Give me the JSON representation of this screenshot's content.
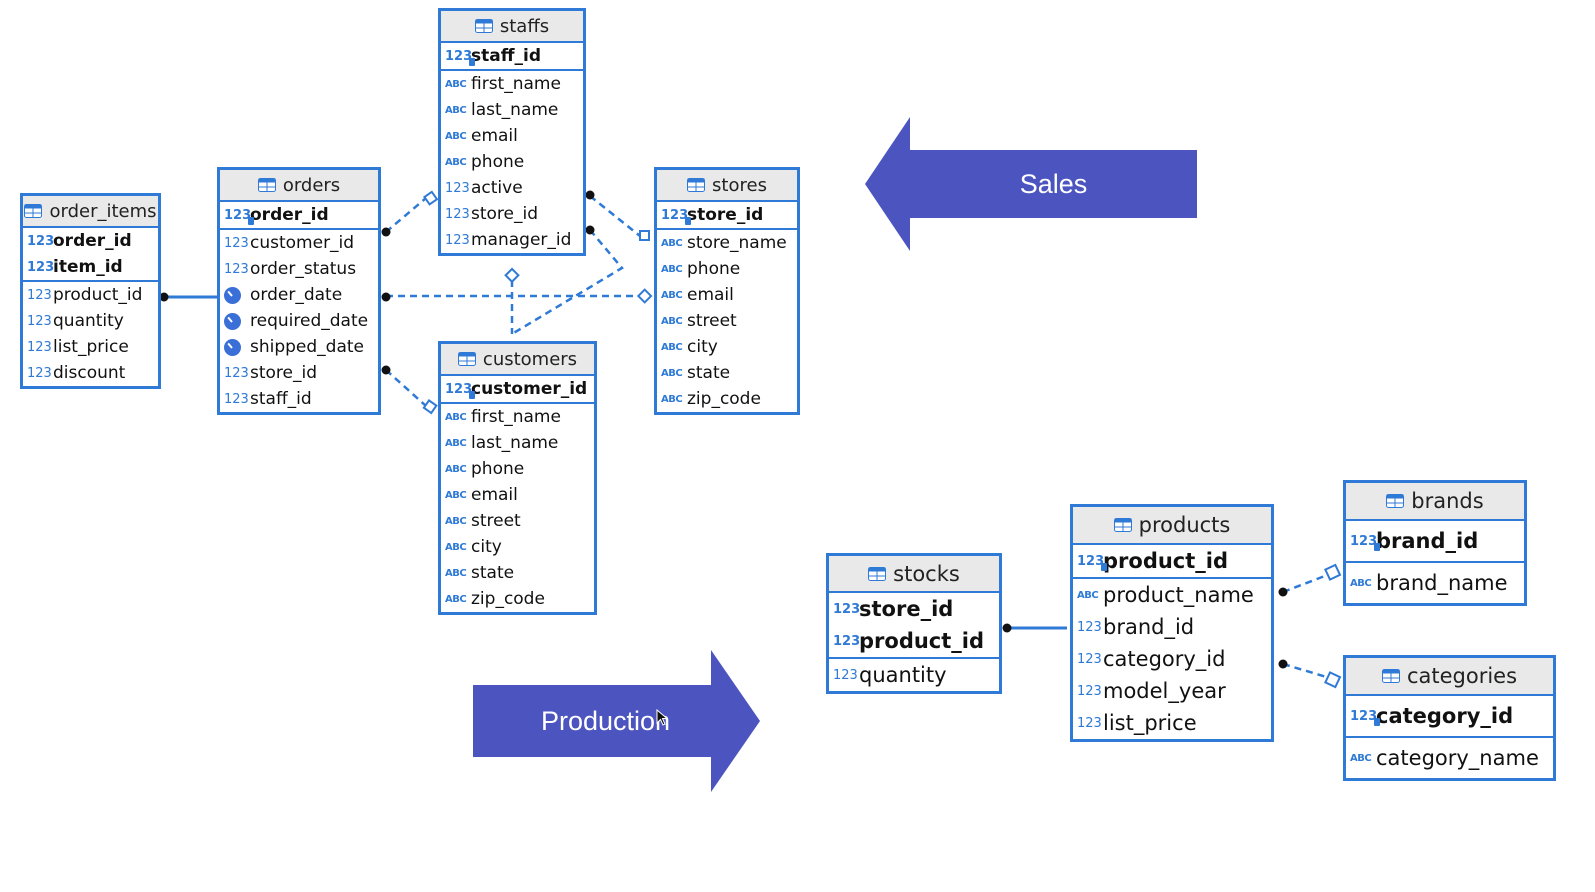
{
  "tables": {
    "staffs": {
      "name": "staffs",
      "pk": [
        {
          "name": "staff_id",
          "type": "num-key"
        }
      ],
      "columns": [
        {
          "name": "first_name",
          "type": "abc"
        },
        {
          "name": "last_name",
          "type": "abc"
        },
        {
          "name": "email",
          "type": "abc"
        },
        {
          "name": "phone",
          "type": "abc"
        },
        {
          "name": "active",
          "type": "num"
        },
        {
          "name": "store_id",
          "type": "num"
        },
        {
          "name": "manager_id",
          "type": "num"
        }
      ]
    },
    "orders": {
      "name": "orders",
      "pk": [
        {
          "name": "order_id",
          "type": "num-key"
        }
      ],
      "columns": [
        {
          "name": "customer_id",
          "type": "num"
        },
        {
          "name": "order_status",
          "type": "num"
        },
        {
          "name": "order_date",
          "type": "date"
        },
        {
          "name": "required_date",
          "type": "date"
        },
        {
          "name": "shipped_date",
          "type": "date"
        },
        {
          "name": "store_id",
          "type": "num"
        },
        {
          "name": "staff_id",
          "type": "num"
        }
      ]
    },
    "order_items": {
      "name": "order_items",
      "pk": [
        {
          "name": "order_id",
          "type": "num"
        },
        {
          "name": "item_id",
          "type": "num"
        }
      ],
      "columns": [
        {
          "name": "product_id",
          "type": "num"
        },
        {
          "name": "quantity",
          "type": "num"
        },
        {
          "name": "list_price",
          "type": "num"
        },
        {
          "name": "discount",
          "type": "num"
        }
      ]
    },
    "stores": {
      "name": "stores",
      "pk": [
        {
          "name": "store_id",
          "type": "num-key"
        }
      ],
      "columns": [
        {
          "name": "store_name",
          "type": "abc"
        },
        {
          "name": "phone",
          "type": "abc"
        },
        {
          "name": "email",
          "type": "abc"
        },
        {
          "name": "street",
          "type": "abc"
        },
        {
          "name": "city",
          "type": "abc"
        },
        {
          "name": "state",
          "type": "abc"
        },
        {
          "name": "zip_code",
          "type": "abc"
        }
      ]
    },
    "customers": {
      "name": "customers",
      "pk": [
        {
          "name": "customer_id",
          "type": "num-key"
        }
      ],
      "columns": [
        {
          "name": "first_name",
          "type": "abc"
        },
        {
          "name": "last_name",
          "type": "abc"
        },
        {
          "name": "phone",
          "type": "abc"
        },
        {
          "name": "email",
          "type": "abc"
        },
        {
          "name": "street",
          "type": "abc"
        },
        {
          "name": "city",
          "type": "abc"
        },
        {
          "name": "state",
          "type": "abc"
        },
        {
          "name": "zip_code",
          "type": "abc"
        }
      ]
    },
    "stocks": {
      "name": "stocks",
      "pk": [
        {
          "name": "store_id",
          "type": "num"
        },
        {
          "name": "product_id",
          "type": "num"
        }
      ],
      "columns": [
        {
          "name": "quantity",
          "type": "num"
        }
      ]
    },
    "products": {
      "name": "products",
      "pk": [
        {
          "name": "product_id",
          "type": "num-key"
        }
      ],
      "columns": [
        {
          "name": "product_name",
          "type": "abc"
        },
        {
          "name": "brand_id",
          "type": "num"
        },
        {
          "name": "category_id",
          "type": "num"
        },
        {
          "name": "model_year",
          "type": "num"
        },
        {
          "name": "list_price",
          "type": "num"
        }
      ]
    },
    "brands": {
      "name": "brands",
      "pk": [
        {
          "name": "brand_id",
          "type": "num-key"
        }
      ],
      "columns": [
        {
          "name": "brand_name",
          "type": "abc"
        }
      ]
    },
    "categories": {
      "name": "categories",
      "pk": [
        {
          "name": "category_id",
          "type": "num-key"
        }
      ],
      "columns": [
        {
          "name": "category_name",
          "type": "abc"
        }
      ]
    }
  },
  "icons": {
    "num": "123",
    "abc": "ABC",
    "date": "clock-icon"
  },
  "labels": {
    "sales": "Sales",
    "production": "Production"
  },
  "colors": {
    "accent": "#2f7ad6",
    "arrow": "#4c55bf",
    "header": "#e9e9e9"
  }
}
